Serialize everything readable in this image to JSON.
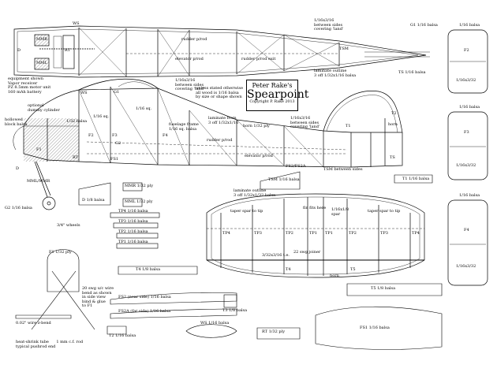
{
  "title": {
    "name": "Peter Rake's",
    "model": "Spearpoint",
    "copyright": "Copyright P. Rake 2013"
  },
  "notes": {
    "unless": "unless stated otherwise\nall wood is 1/16 balsa\nby size or shape shown",
    "equipment": "equipment shown\nVapor receiver\nPZ 8.5mm motor unit\n160 mAh battery",
    "optional_dummy": "optional\ndummy cylinder",
    "hollowed": "hollowed\nblock balsa",
    "mml_mmr": "MML/MMR",
    "wheels": "3/4\" wheels",
    "wire_hook": "20 swg u/c wire\nbend as shown\nin side view\nbind & glue\nto F1",
    "wire_bend": "0.02\" wire z-bend",
    "pushrod": "heat-shrink tube      1 mm c.f. rod\ntypical pushrod end"
  },
  "fuselage_top": {
    "ws": "WS",
    "mmr": "MMR",
    "mml": "MML",
    "rt": "RT",
    "d": "D",
    "rudder_pushrod": "rudder p/rod",
    "elevator_pushrod": "elevator p/rod",
    "pushrod_exit": "rudder p/rod exit",
    "spacers": "1/16x3/16\nbetween sides\ncovering 'land'",
    "tsm": "TSM",
    "ts": "TS 1/16 balsa",
    "g1": "G1 1/16 balsa"
  },
  "fuselage_side": {
    "ws": "WS",
    "g1": "G1",
    "f1": "F1",
    "f2": "F2",
    "f3": "F3",
    "f4": "F4",
    "g2": "G2",
    "fs1": "FS1",
    "d": "D",
    "rt": "RT",
    "sq_116": "1/16 sq.",
    "sq_132": "1/32 balsa",
    "frame_note": "fuselage frame\n1/16 sq. balsa",
    "spacer_note": "1/16x3/16\nbetween sides\ncovering 'land'",
    "laminate": "laminate from\n3 off 1/32x1/16",
    "horn": "horn 1/32 ply",
    "rudder_pushrod": "rudder p/rod",
    "elevator_pushrod": "elevator p/rod",
    "fs2": "FS2/FS2A",
    "spacer_note2": "1/16x3/16\nbetween sides\ncovering 'land'",
    "fin_laminate": "laminate outline\n3 off 1/32x1/16 balsa",
    "fin_t1": "T1",
    "fin_t2": "T2",
    "fin_horn": "horn",
    "fin_ts": "TS",
    "g2_balsa": "G2 1/16 balsa",
    "tsm_note": "TSM between sides"
  },
  "parts": {
    "tsm": "TSM 1/16 balsa",
    "t1": "T1 1/16 balsa",
    "mmr": "MMR 1/32 ply",
    "mml": "MML 1/32 ply",
    "d": "D 1/8 balsa",
    "tp4": "TP4 1/16 balsa",
    "tp3": "TP3 1/16 balsa",
    "tp2": "TP2 1/16 balsa",
    "tp1": "TP1 1/16 balsa",
    "f1": "F1 1/32 ply",
    "t4": "T4 1/8 balsa",
    "fs2": "FS2 (near side) 1/16 balsa",
    "fs2a": "FS2A (far side) 1/16 balsa",
    "t3": "T3 1/8 balsa",
    "t2": "T2 1/16 balsa",
    "ws": "WS 1/16 balsa",
    "rt": "RT 1/32 ply",
    "t5": "T5 1/8 balsa",
    "fs1": "FS1 1/16 balsa"
  },
  "tailplane": {
    "laminate": "laminate outline\n3 off 1/32x1/32 balsa",
    "spar_left": "taper spar to tip",
    "spar_right": "taper spar to tip",
    "fin_fits": "fin fits here",
    "spar_mid": "1/16x1/8\nspar",
    "tp4l": "TP4",
    "tp3l": "TP3",
    "tp2l": "TP2",
    "tp1l": "TP1",
    "tp1r": "TP1",
    "tp2r": "TP2",
    "tp3r": "TP3",
    "tp4r": "TP4",
    "joiner": "22 swg joiner",
    "spar_lower": "3/32x3/16 t.e.",
    "t4": "T4",
    "t5": "T5",
    "horn": "horn"
  },
  "right_column": {
    "f2": "F2",
    "f3": "F3",
    "f4": "F4",
    "balsa_1": "1/16 balsa",
    "balsa_2": "1/16 balsa",
    "balsa_3": "1/16 balsa",
    "thick_1": "1/16x3/32",
    "thick_2": "1/16x3/32",
    "thick_3": "1/16x3/32"
  }
}
